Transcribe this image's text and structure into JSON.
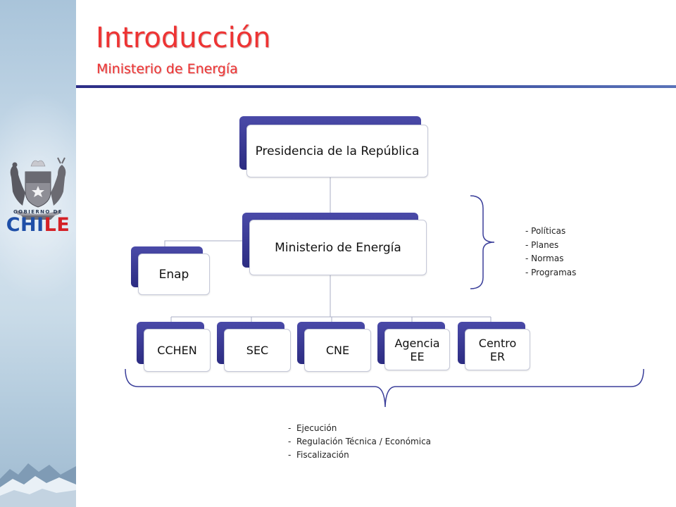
{
  "header": {
    "title": "Introducción",
    "subtitle": "Ministerio de Energía"
  },
  "branding": {
    "gov_line": "GOBIERNO DE",
    "chile_blue": "CHI",
    "chile_red": "LE"
  },
  "org_chart": {
    "root": "Presidencia de la República",
    "ministry": "Ministerio de Energía",
    "side_entity": "Enap",
    "agencies": [
      {
        "label": "CCHEN"
      },
      {
        "label": "SEC"
      },
      {
        "label": "CNE"
      },
      {
        "label": "Agencia EE"
      },
      {
        "label": "Centro ER"
      }
    ]
  },
  "ministry_roles": [
    "- Políticas",
    "- Planes",
    "- Normas",
    "- Programas"
  ],
  "agency_roles": [
    "-  Ejecución",
    "-  Regulación Técnica / Económica",
    "-  Fiscalización"
  ],
  "colors": {
    "title": "#ee3333",
    "box_accent": "#2d2e87",
    "brace": "#3b3f9a"
  }
}
